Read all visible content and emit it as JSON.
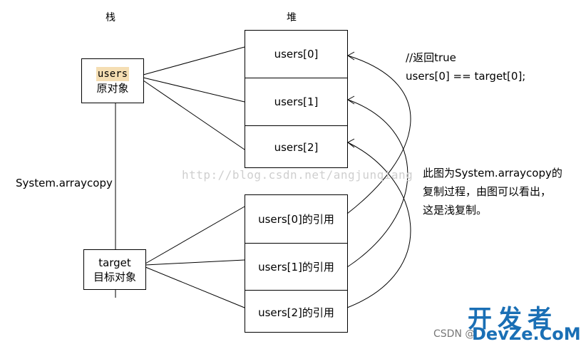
{
  "headings": {
    "stack": "栈",
    "heap": "堆"
  },
  "users_box": {
    "line1": "users",
    "line2": "原对象"
  },
  "target_box": {
    "line1": "target",
    "line2": "目标对象"
  },
  "connector_label": "System.arraycopy",
  "heap_top": [
    "users[0]",
    "users[1]",
    "users[2]"
  ],
  "heap_bottom": [
    "users[0]的引用",
    "users[1]的引用",
    "users[2]的引用"
  ],
  "note1": {
    "line1": "//返回true",
    "line2": "users[0]  ==  target[0];"
  },
  "note2": {
    "line1": "此图为System.arraycopy的",
    "line2": "复制过程，由图可以看出，",
    "line3": "这是浅复制。"
  },
  "watermark": "http://blog.csdn.net/angjunqiang",
  "branding": {
    "cn": "开发者",
    "csdn": "CSDN @",
    "en": "DevZe.CoM"
  }
}
